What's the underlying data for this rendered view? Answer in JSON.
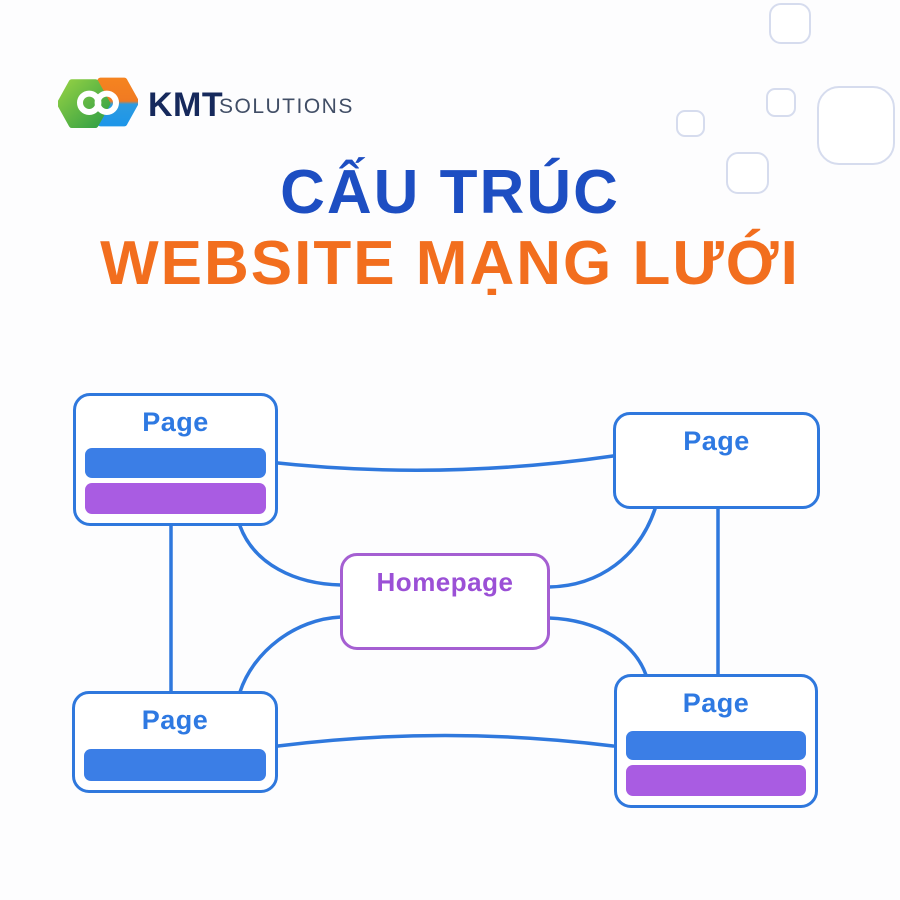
{
  "brand": {
    "name": "KMT",
    "suffix": "SOLUTIONS",
    "logo_icon": "interlocked-hexagons-infinity",
    "colors": {
      "name": "#16295c",
      "suffix": "#414e66",
      "green": "#5cb234",
      "orange": "#f58320",
      "blue": "#1e96e8"
    }
  },
  "title": {
    "line1": "CẤU TRÚC",
    "line2": "WEBSITE MẠNG LƯỚI",
    "line1_color": "#1d4ec2",
    "line2_color": "#f26e1e"
  },
  "diagram": {
    "type": "network-website-structure",
    "node_border_blue": "#2f78dd",
    "node_border_purple": "#a55fd2",
    "bar_blue": "#3b7ee6",
    "bar_purple": "#a95ce2",
    "connector_color": "#2f78dd",
    "nodes": [
      {
        "id": "page-top-left",
        "label": "Page",
        "content_bars": [
          "blue",
          "purple"
        ]
      },
      {
        "id": "page-top-right",
        "label": "Page",
        "content_bars": []
      },
      {
        "id": "homepage",
        "label": "Homepage",
        "content_bars": []
      },
      {
        "id": "page-bottom-left",
        "label": "Page",
        "content_bars": [
          "blue"
        ]
      },
      {
        "id": "page-bottom-right",
        "label": "Page",
        "content_bars": [
          "blue",
          "purple"
        ]
      }
    ],
    "edges": [
      {
        "from": "page-top-left",
        "to": "page-top-right"
      },
      {
        "from": "page-top-left",
        "to": "page-bottom-left"
      },
      {
        "from": "page-top-left",
        "to": "homepage"
      },
      {
        "from": "page-top-right",
        "to": "homepage"
      },
      {
        "from": "page-top-right",
        "to": "page-bottom-right"
      },
      {
        "from": "homepage",
        "to": "page-bottom-left"
      },
      {
        "from": "homepage",
        "to": "page-bottom-right"
      },
      {
        "from": "page-bottom-left",
        "to": "page-bottom-right"
      }
    ]
  },
  "decor": {
    "square_count": 5,
    "border_color": "#d6dcee"
  }
}
